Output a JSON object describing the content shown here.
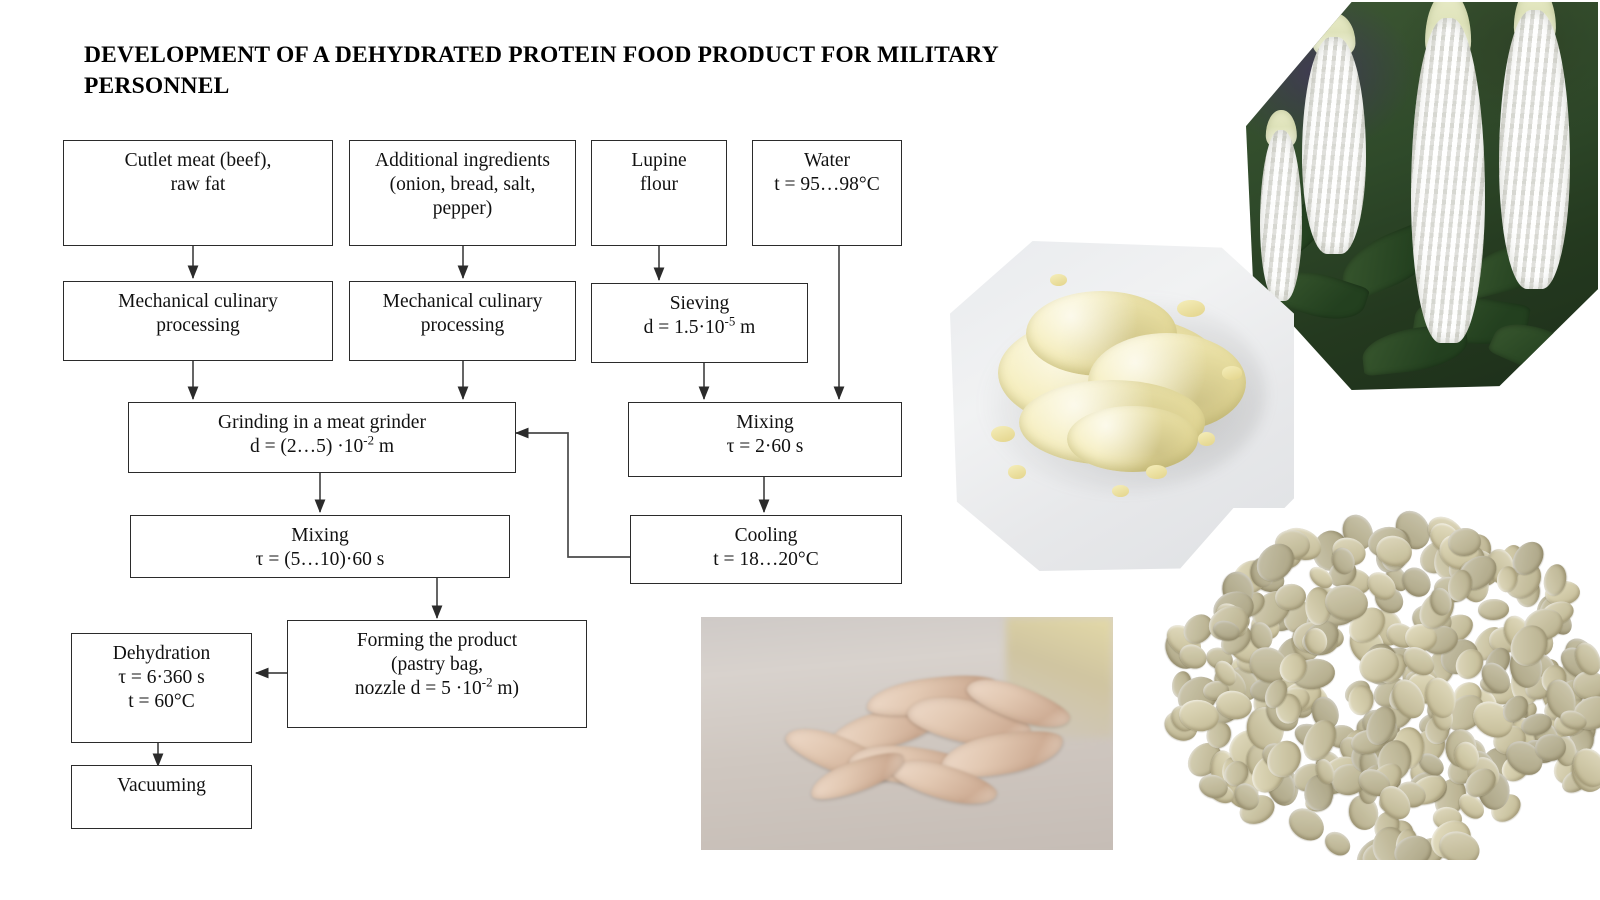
{
  "slide": {
    "title": "DEVELOPMENT OF A DEHYDRATED PROTEIN FOOD PRODUCT FOR MILITARY PERSONNEL"
  },
  "flowchart": {
    "boxes": [
      {
        "id": "cutlet-meat",
        "lines": [
          "Cutlet meat (beef),",
          "raw fat"
        ]
      },
      {
        "id": "additional-ingredients",
        "lines": [
          "Additional ingredients",
          "(onion, bread, salt,",
          "pepper)"
        ]
      },
      {
        "id": "lupine-flour",
        "lines": [
          "Lupine",
          "flour"
        ]
      },
      {
        "id": "water",
        "lines": [
          "Water",
          "t = 95…98°C"
        ]
      },
      {
        "id": "mechanical-culinary-processing-1",
        "lines": [
          "Mechanical culinary",
          "processing"
        ]
      },
      {
        "id": "mechanical-culinary-processing-2",
        "lines": [
          "Mechanical culinary",
          "processing"
        ]
      },
      {
        "id": "sieving",
        "lines": [
          "Sieving",
          "d = 1.5·10⁻⁵ m"
        ]
      },
      {
        "id": "grinding",
        "lines": [
          "Grinding in a meat grinder",
          "d = (2…5) ·10⁻² m"
        ]
      },
      {
        "id": "mixing-right",
        "lines": [
          "Mixing",
          "τ = 2·60 s"
        ]
      },
      {
        "id": "mixing-left",
        "lines": [
          "Mixing",
          "τ = (5…10)·60 s"
        ]
      },
      {
        "id": "cooling",
        "lines": [
          "Cooling",
          "t = 18…20°C"
        ]
      },
      {
        "id": "dehydration",
        "lines": [
          "Dehydration",
          "τ = 6·360 s",
          "t = 60°C"
        ]
      },
      {
        "id": "forming",
        "lines": [
          "Forming the product",
          "(pastry bag,",
          "nozzle d = 5 ·10⁻² m)"
        ]
      },
      {
        "id": "vacuuming",
        "lines": [
          "Vacuuming"
        ]
      }
    ],
    "text": {
      "cutlet_meat_l1": "Cutlet meat (beef),",
      "cutlet_meat_l2": "raw fat",
      "additional_l1": "Additional ingredients",
      "additional_l2": "(onion, bread, salt,",
      "additional_l3": "pepper)",
      "lupine_flour_l1": "Lupine",
      "lupine_flour_l2": "flour",
      "water_l1": "Water",
      "water_l2": "t = 95…98°C",
      "mcp1_l1": "Mechanical culinary",
      "mcp1_l2": "processing",
      "mcp2_l1": "Mechanical culinary",
      "mcp2_l2": "processing",
      "sieving_l1": "Sieving",
      "sieving_l2_pre": "d = 1.5·10",
      "sieving_l2_sup": "-5",
      "sieving_l2_post": " m",
      "grinding_l1": "Grinding in a meat grinder",
      "grinding_l2_pre": "d = (2…5) ·10",
      "grinding_l2_sup": "-2",
      "grinding_l2_post": " m",
      "mixing_right_l1": "Mixing",
      "mixing_right_l2": "τ = 2·60 s",
      "mixing_left_l1": "Mixing",
      "mixing_left_l2": "τ = (5…10)·60 s",
      "cooling_l1": "Cooling",
      "cooling_l2": "t = 18…20°C",
      "dehydration_l1": "Dehydration",
      "dehydration_l2": "τ = 6·360 s",
      "dehydration_l3": "t = 60°C",
      "forming_l1": "Forming the product",
      "forming_l2": "(pastry bag,",
      "forming_l3_pre": "nozzle d = 5 ·10",
      "forming_l3_sup": "-2",
      "forming_l3_post": " m)",
      "vacuuming_l1": "Vacuuming"
    }
  },
  "photos": {
    "lupine_flowers": {
      "name": "white lupine flowers in garden"
    },
    "lupine_flour": {
      "name": "pale yellow lupine flour pile"
    },
    "dried_product": {
      "name": "dehydrated protein product strips"
    },
    "lupine_beans": {
      "name": "dried lupine beans"
    }
  },
  "colors": {
    "box_border": "#2b2b2b",
    "text": "#111111",
    "background": "#ffffff",
    "flour": "#f2e8a9",
    "bean": "#d6cfae",
    "foliage": "#2f4a2a"
  }
}
